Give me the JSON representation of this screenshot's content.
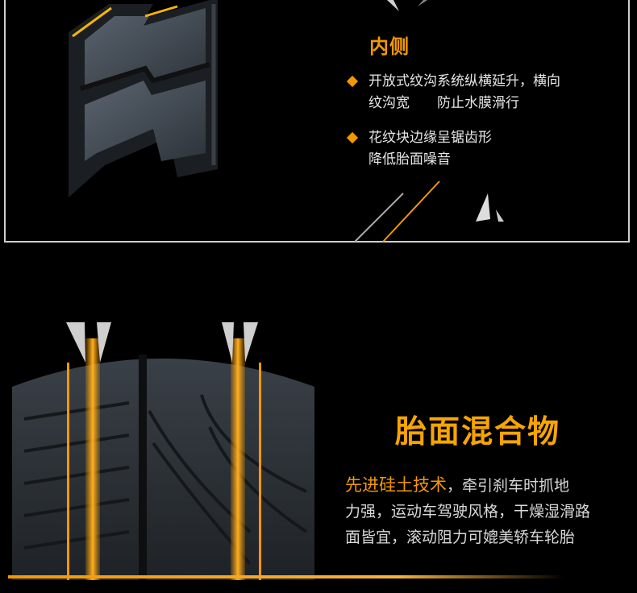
{
  "inner_section": {
    "title": "内侧",
    "bullets": [
      {
        "lines": [
          "开放式纹沟系统纵横延升，横向",
          "纹沟宽　　防止水膜滑行"
        ]
      },
      {
        "lines": [
          "花纹块边缘呈锯齿形",
          "降低胎面噪音"
        ]
      }
    ]
  },
  "compound_section": {
    "title": "胎面混合物",
    "highlight": "先进硅土技术",
    "desc_lines": [
      "，牵引刹车时抓地",
      "力强，运动车驾驶风格，干燥湿滑路",
      "面皆宜，滚动阻力可媲美轿车轮胎"
    ]
  },
  "colors": {
    "accent": "#f39800",
    "text": "#e6e6e6",
    "frame": "#cfcfcf"
  }
}
